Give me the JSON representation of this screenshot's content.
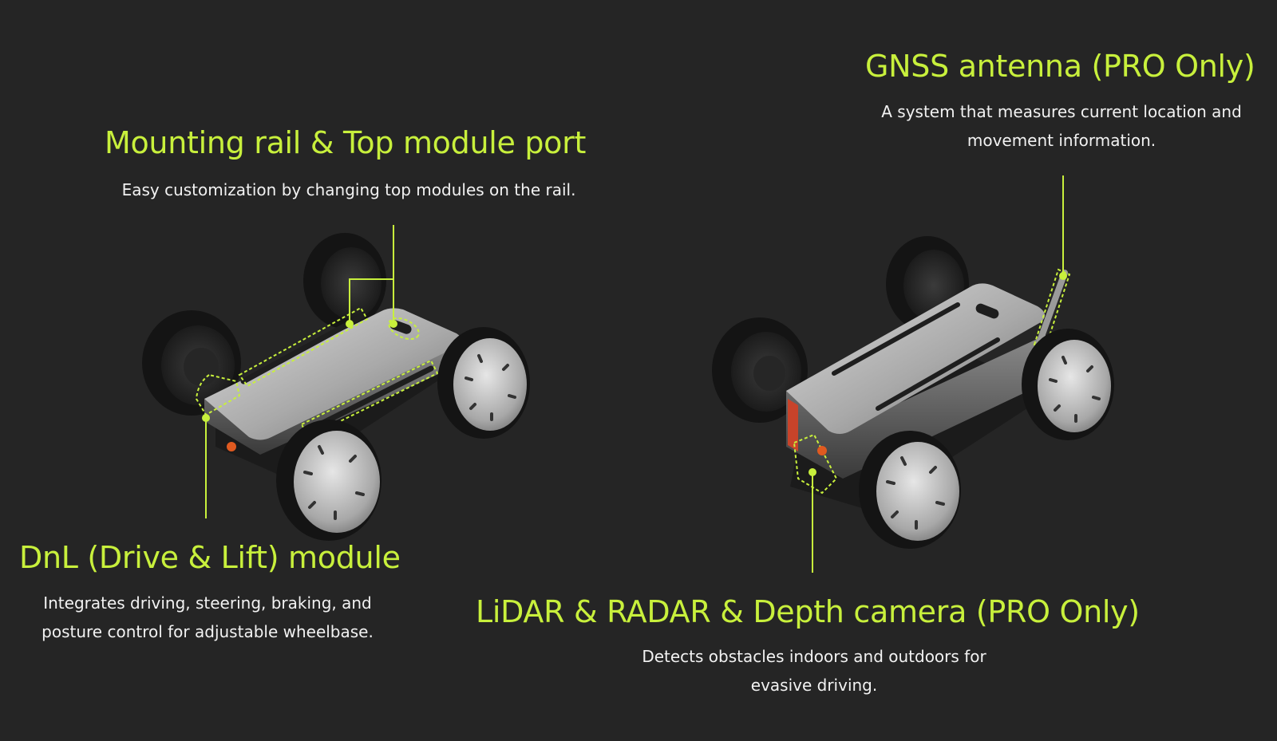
{
  "features": {
    "mounting": {
      "title": "Mounting rail & Top module port",
      "desc": "Easy customization by changing top modules on the rail."
    },
    "gnss": {
      "title": "GNSS antenna (PRO Only)",
      "desc_line1": "A system that measures current location and",
      "desc_line2": "movement information."
    },
    "dnl": {
      "title": "DnL (Drive & Lift) module",
      "desc_line1": "Integrates driving, steering, braking, and",
      "desc_line2": "posture control for adjustable wheelbase."
    },
    "lidar": {
      "title": "LiDAR & RADAR & Depth camera (PRO Only)",
      "desc_line1": "Detects obstacles indoors and outdoors for",
      "desc_line2": "evasive driving."
    }
  },
  "colors": {
    "background": "#252525",
    "accent": "#c8f03c",
    "text": "#f2f2f2"
  }
}
